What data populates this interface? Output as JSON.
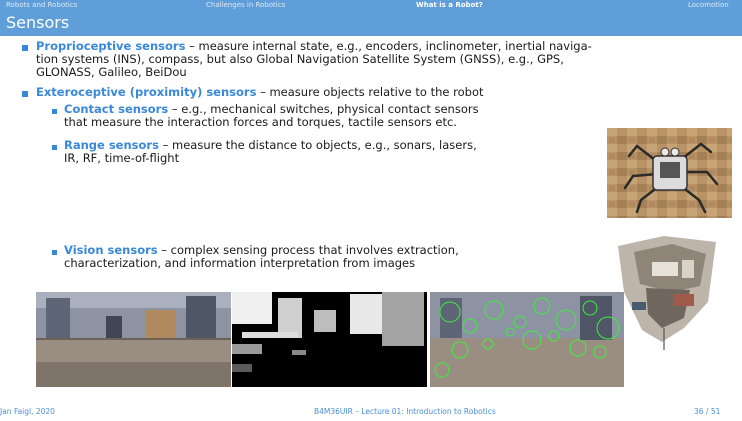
{
  "nav": {
    "items": [
      "Robots and Robotics",
      "Challenges in Robotics",
      "What is a Robot?",
      "Locomotion"
    ],
    "active_index": 2
  },
  "slide": {
    "title": "Sensors",
    "proprio": {
      "term": "Proprioceptive sensors",
      "line1": " – measure internal state, e.g., encoders, inclinometer, inertial naviga-",
      "line2": "tion systems (INS), compass, but also Global Navigation Satellite System (GNSS), e.g., GPS,",
      "line3": "GLONASS, Galileo, BeiDou"
    },
    "extero": {
      "term": "Exteroceptive (proximity) sensors",
      "rest": " – measure objects relative to the robot"
    },
    "contact": {
      "term": "Contact sensors",
      "line1": " – e.g., mechanical switches, physical contact sensors",
      "line2": "that measure the interaction forces and torques, tactile sensors etc."
    },
    "range": {
      "term": "Range sensors",
      "line1": " – measure the distance to objects, e.g., sonars, lasers,",
      "line2": "IR, RF, time-of-flight"
    },
    "vision": {
      "term": "Vision sensors",
      "line1": " – complex sensing process that involves extraction,",
      "line2": "characterization, and information interpretation from images"
    }
  },
  "footer": {
    "author": "Jan Faigl, 2020",
    "course": "B4M36UIR – Lecture 01: Introduction to Robotics",
    "page": "36 / 51"
  },
  "colors": {
    "accent": "#5f9ed9",
    "term": "#3a88d8",
    "feature_markers": "#3cf03c"
  }
}
